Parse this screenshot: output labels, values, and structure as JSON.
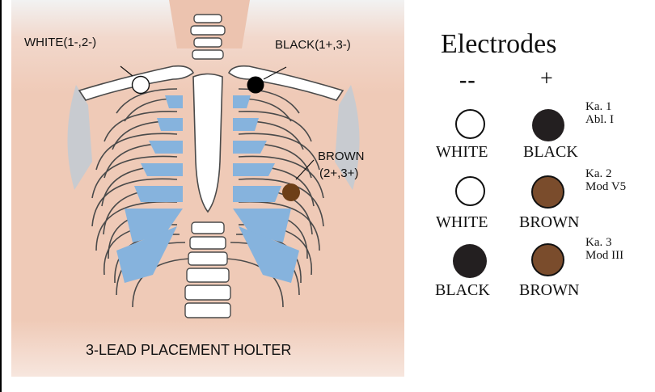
{
  "diagram": {
    "title": "3-LEAD PLACEMENT HOLTER",
    "labels": {
      "white": "WHITE(1-,2-)",
      "black": "BLACK(1+,3-)",
      "brown_line1": "BROWN",
      "brown_line2": "(2+,3+)"
    }
  },
  "legend": {
    "title": "Electrodes",
    "negative": "--",
    "positive": "+",
    "rows": [
      {
        "neg_name": "WHITE",
        "pos_name": "BLACK",
        "channel": "Ka. 1",
        "lead": "Abl. I"
      },
      {
        "neg_name": "WHITE",
        "pos_name": "BROWN",
        "channel": "Ka. 2",
        "lead": "Mod V5"
      },
      {
        "neg_name": "BLACK",
        "pos_name": "BROWN",
        "channel": "Ka. 3",
        "lead": "Mod III"
      }
    ]
  },
  "colors": {
    "white_electrode": "#ffffff",
    "black_electrode": "#231f20",
    "brown_electrode_diagram": "#6e3f17",
    "brown_electrode_legend": "#7a4c2c",
    "skin": "#efcab7",
    "shoulder_shadow": "#c3cbd3",
    "cartilage": "#86b3dd"
  }
}
